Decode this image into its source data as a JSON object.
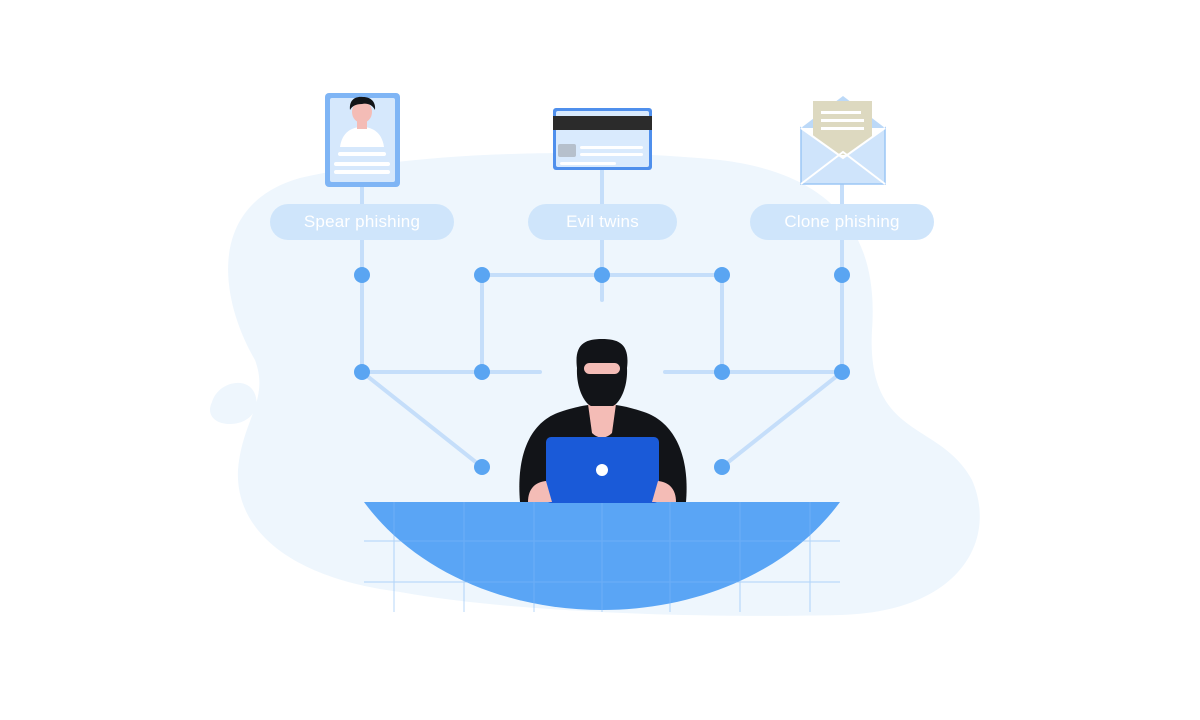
{
  "colors": {
    "blob": "#eef6fd",
    "line": "#c5defa",
    "node": "#5aa5f2",
    "pill_bg": "#cfe5fb",
    "pill_text": "#ffffff",
    "desk": "#5aa5f5",
    "laptop": "#1a5ad8",
    "hacker": "#121418",
    "skin": "#f4bcb6",
    "card_strip": "#2b2b2b",
    "letter": "#ddd9c0"
  },
  "icons": {
    "profile": "id-card-icon",
    "card": "credit-card-icon",
    "mail": "open-envelope-icon"
  },
  "labels": {
    "spear": "Spear phishing",
    "evil": "Evil twins",
    "clone": "Clone phishing"
  }
}
